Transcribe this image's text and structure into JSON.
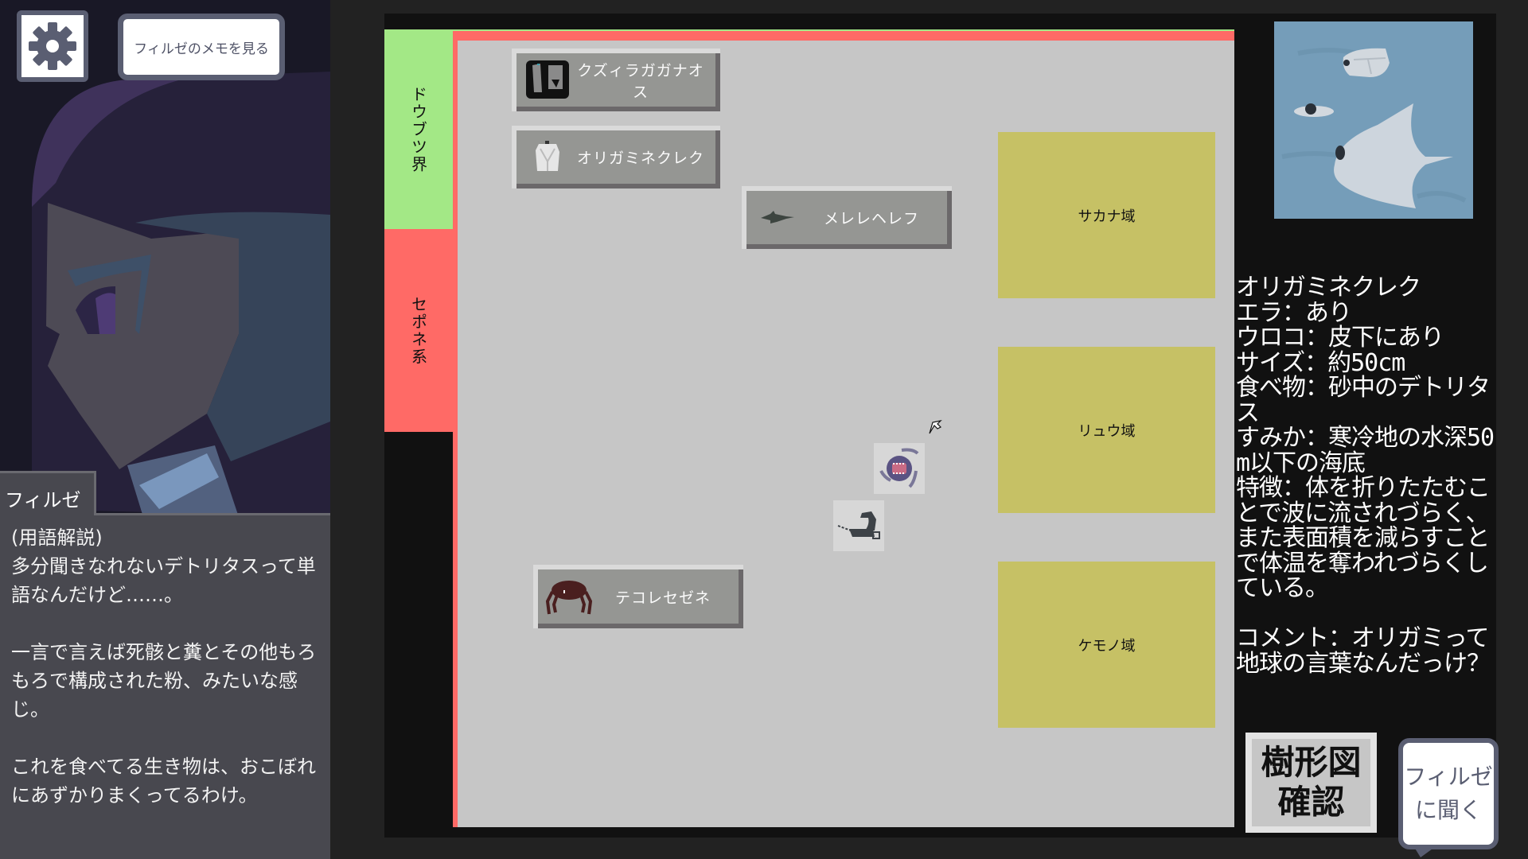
{
  "left_panel": {
    "settings_icon": "gear-icon",
    "memo_button_label": "フィルゼのメモを見る",
    "speaker_name": "フィルゼ",
    "dialog": "(用語解説)\n多分聞きなれないデトリタスって単語なんだけど……。\n\n一言で言えば死骸と糞とその他もろもろで構成された粉、みたいな感じ。\n\nこれを食べてる生き物は、おこぼれにあずかりまくってるわけ。"
  },
  "tabs": [
    {
      "label": "ドウブツ界",
      "color": "#a3e886",
      "active": true
    },
    {
      "label": "セポネ系",
      "color": "#ff6a66",
      "active": false
    }
  ],
  "board": {
    "creature_buttons": [
      {
        "name": "クズィラガガナオス",
        "icon": "black-creature-icon"
      },
      {
        "name": "オリガミネクレク",
        "icon": "folded-paper-creature-icon"
      },
      {
        "name": "メレレヘレフ",
        "icon": "small-fish-icon"
      },
      {
        "name": "テコレセゼネ",
        "icon": "crab-spider-icon"
      }
    ],
    "loose_creatures": [
      {
        "icon": "spiral-mouth-creature-icon"
      },
      {
        "icon": "long-neck-creature-icon"
      }
    ],
    "zones": [
      {
        "label": "サカナ域"
      },
      {
        "label": "リュウ域"
      },
      {
        "label": "ケモノ域"
      }
    ],
    "zone_color": "#c6c165"
  },
  "info": {
    "image": "origami-nekurek-illustration",
    "text": "オリガミネクレク\nエラ：あり\nウロコ：皮下にあり\nサイズ：約50cm\n食べ物：砂中のデトリタス\nすみか：寒冷地の水深50m以下の海底\n特徴：体を折りたたむことで波に流されづらく、また表面積を減らすことで体温を奪われづらくしている。\n\nコメント：オリガミって地球の言葉なんだっけ？",
    "tree_button_line1": "樹形図",
    "tree_button_line2": "確認",
    "ask_line1": "フィルゼ",
    "ask_line2": "に聞く"
  }
}
